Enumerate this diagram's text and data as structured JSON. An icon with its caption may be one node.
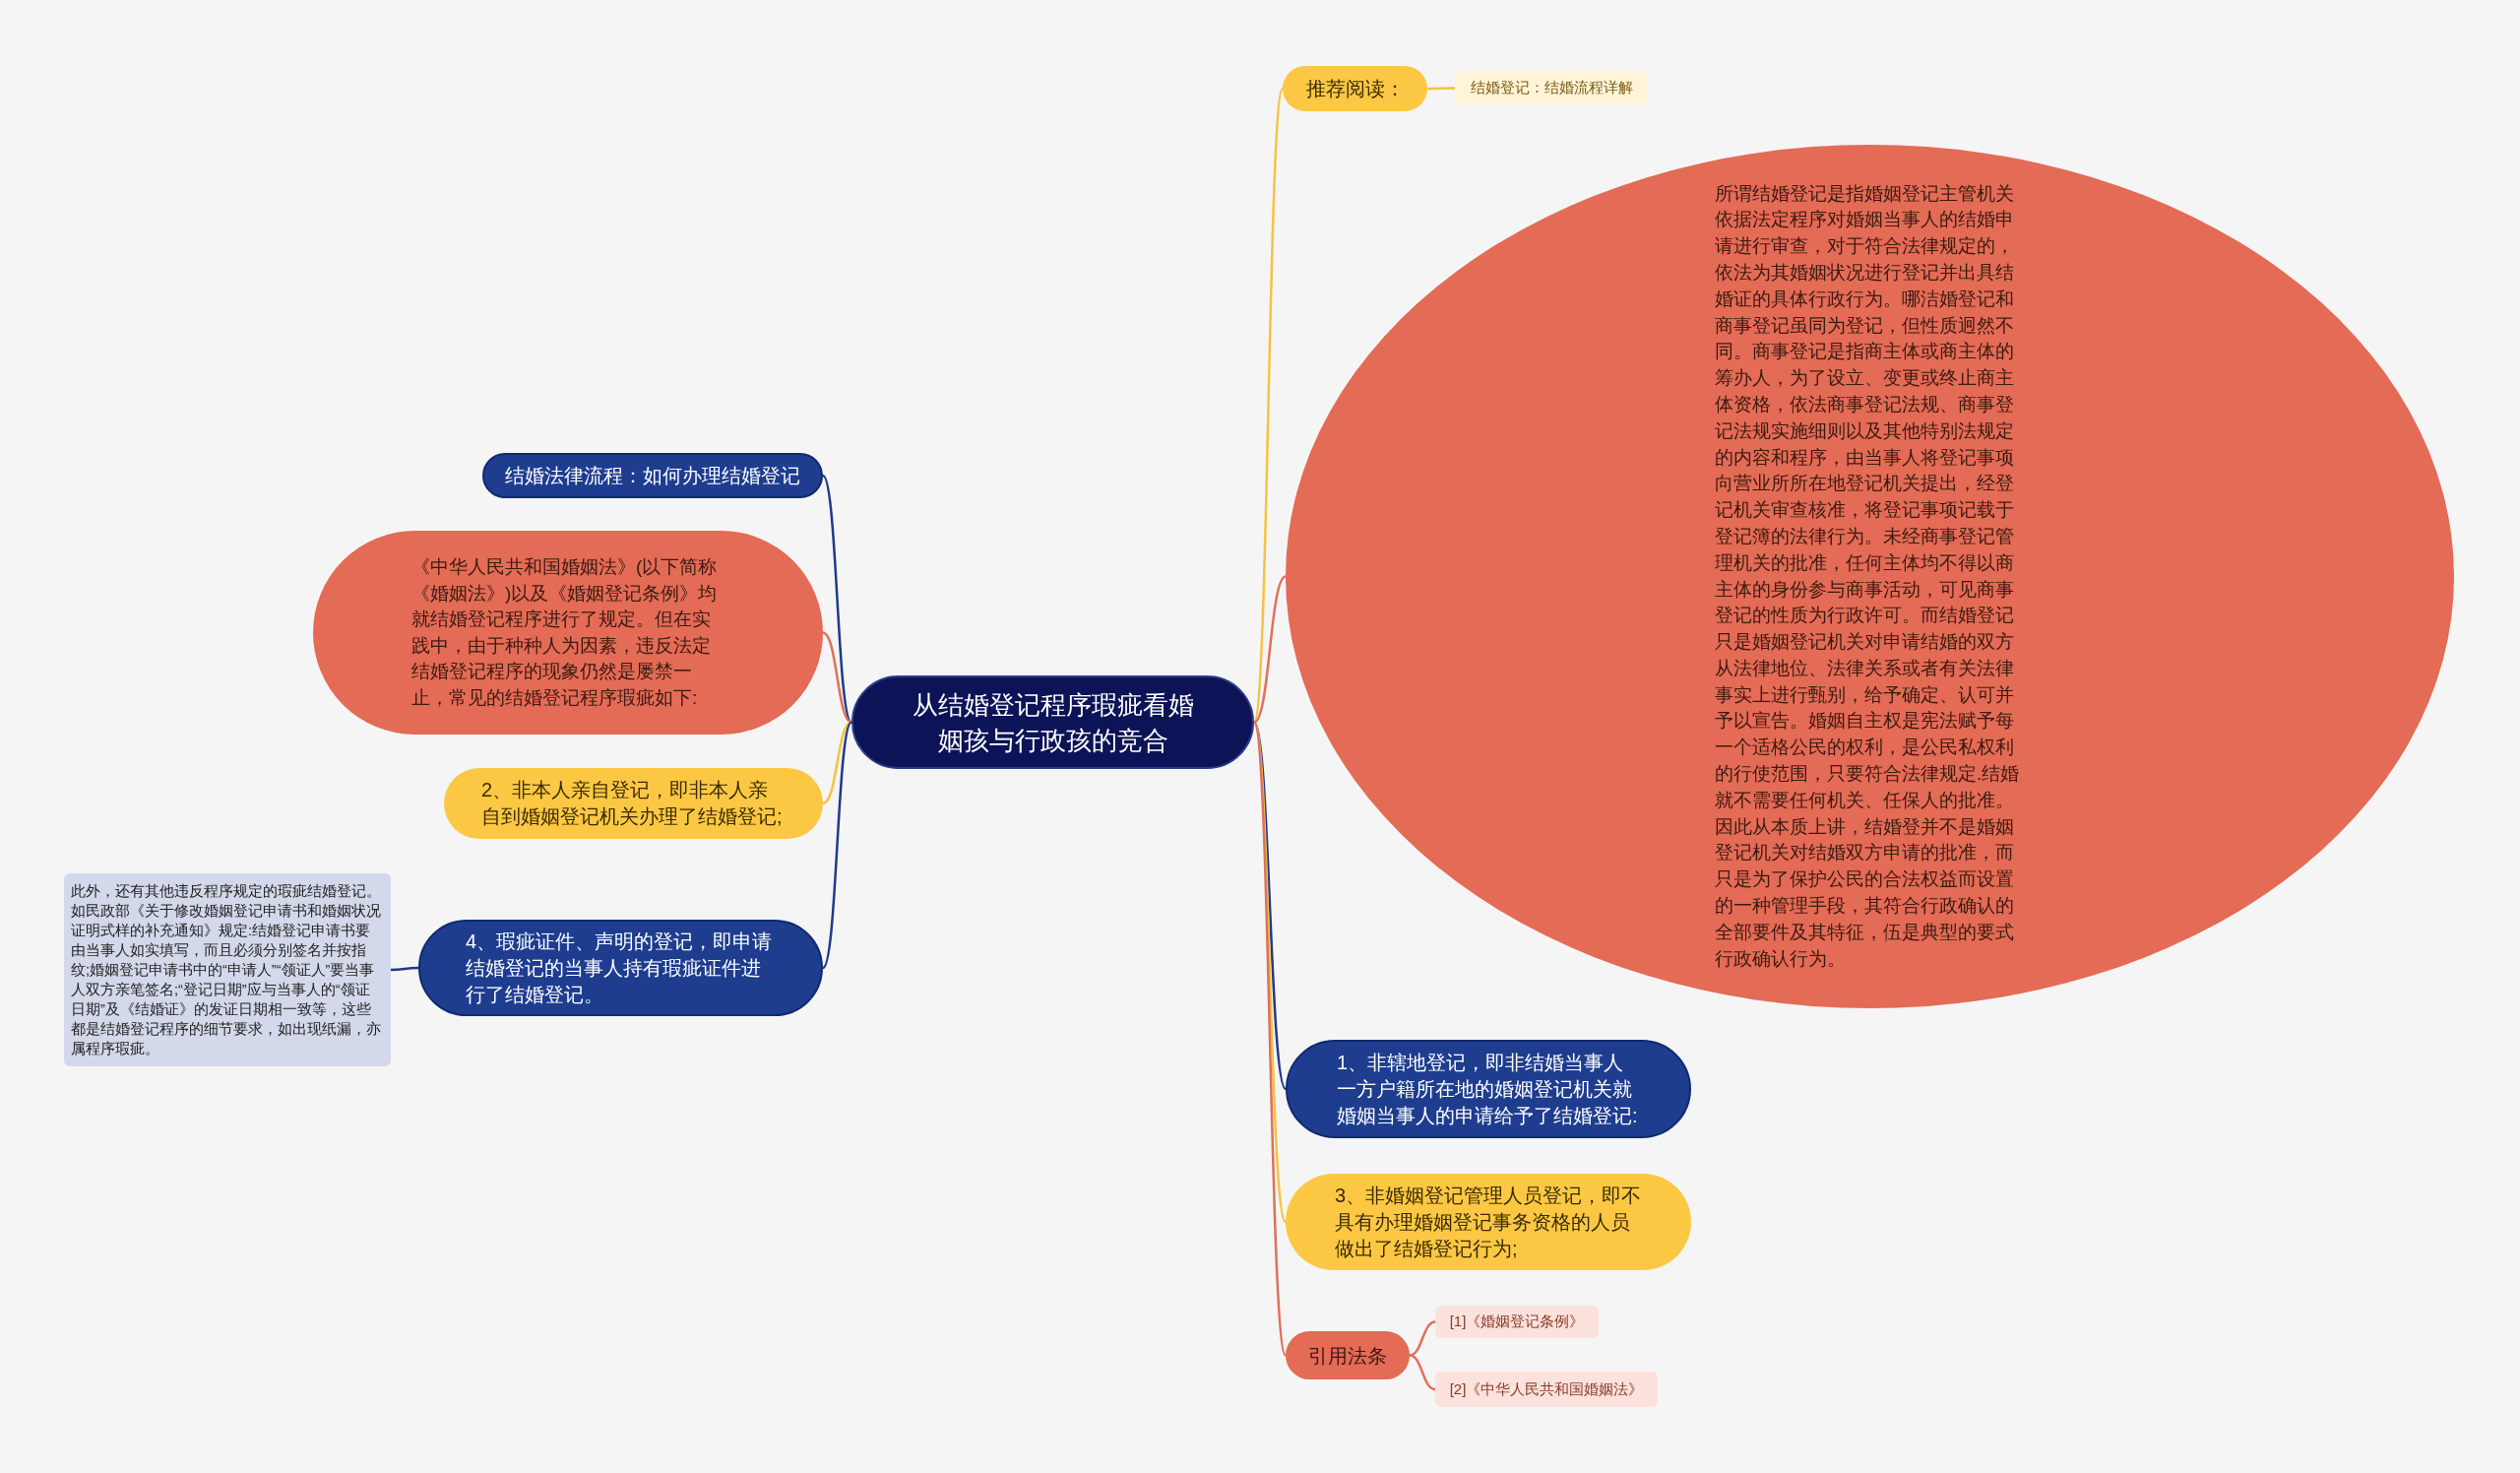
{
  "diagram": {
    "nodes": [
      {
        "text": [
          "从结婚登记程序瑕疵看婚姻孩与行政孩的竞合"
        ]
      },
      {
        "text": [
          "推荐阅读："
        ]
      },
      {
        "text": [
          "结婚登记：结婚流程详解"
        ]
      },
      {
        "text": [
          "所谓结婚登记是指婚姻登记主管机关依据法定程序对婚姻当事人的结婚申请进行审查，对于符合法律规定的，依法为其婚姻状况进行登记并出具结婚证的具体行政行为。哪洁婚登记和商事登记虽同为登记，但性质迥然不同。商事登记是指商主体或商主体的筹办人，为了设立、变更或终止商主体资格，依法商事登记法规、商事登记法规实施细则以及其他特别法规定的内容和程序，由当事人将登记事项向营业所所在地登记机关提出，经登记机关审查核准，将登记事项记载于登记簿的法律行为。未经商事登记管理机关的批准，任何主体均不得以商主体的身份参与商事活动，可见商事登记的性质为行政许可。而结婚登记只是婚姻登记机关对申请结婚的双方从法律地位、法律关系或者有关法律事实上进行甄别，给予确定、认可并予以宣告。婚姻自主权是宪法赋予每一个适格公民的权利，是公民私权利的行使范围，只要符合法律规定.结婚就不需要任何机关、任保人的批准。因此从本质上讲，结婚登并不是婚姻登记机关对结婚双方申请的批准，而只是为了保护公民的合法权益而设置的一种管理手段，其符合行政确认的全部要件及其特征，伍是典型的要式行政确认行为。"
        ]
      },
      {
        "text": [
          "1、非辖地登记，即非结婚当事人一方户籍所在地的婚姻登记机关就婚姻当事人的申请给予了结婚登记:"
        ]
      },
      {
        "text": [
          "3、非婚姻登记管理人员登记，即不具有办理婚姻登记事务资格的人员做出了结婚登记行为;"
        ]
      },
      {
        "text": [
          "引用法条"
        ]
      },
      {
        "text": [
          "[1]《婚姻登记条例》"
        ]
      },
      {
        "text": [
          "[2]《中华人民共和国婚姻法》"
        ]
      },
      {
        "text": [
          "结婚法律流程：如何办理结婚登记"
        ]
      },
      {
        "text": [
          "《中华人民共和国婚姻法》(以下简称《婚姻法》)以及《婚姻登记条例》均就结婚登记程序进行了规定。但在实践中，由于种种人为因素，违反法定结婚登记程序的现象仍然是屡禁一止，常见的结婚登记程序瑕疵如下:"
        ]
      },
      {
        "text": [
          "2、非本人亲自登记，即非本人亲自到婚姻登记机关办理了结婚登记;"
        ]
      },
      {
        "text": [
          "4、瑕疵证件、声明的登记，即申请结婚登记的当事人持有瑕疵证件进行了结婚登记。"
        ]
      },
      {
        "text": [
          "此外，还有其他违反程序规定的瑕疵结婚登记。如民政部《关于修改婚姻登记申请书和婚姻状况证明式样的补充通知》规定:结婚登记申请书要由当事人如实填写，而且必须分别签名并按指纹;婚姻登记申请书中的“申请人”“领证人”要当事人双方亲笔签名;“登记日期”应与当事人的“领证日期”及《结婚证》的发证日期相一致等，这些都是结婚登记程序的细节要求，如出现纸漏，亦属程序瑕疵。"
        ]
      }
    ],
    "edges": [
      {
        "from": 0,
        "to": 1,
        "arrow": "none",
        "color": "#f5c342"
      },
      {
        "from": 1,
        "to": 2,
        "arrow": "none",
        "color": "#f5c342"
      },
      {
        "from": 0,
        "to": 3,
        "arrow": "none"
      },
      {
        "from": 0,
        "to": 4,
        "arrow": "none",
        "color": "#1e3a8a"
      },
      {
        "from": 0,
        "to": 5,
        "arrow": "none",
        "color": "#f5c342"
      },
      {
        "from": 0,
        "to": 6,
        "arrow": "none"
      },
      {
        "from": 6,
        "to": 7,
        "arrow": "none"
      },
      {
        "from": 6,
        "to": 8,
        "arrow": "none"
      },
      {
        "from": 0,
        "to": 9,
        "arrow": "none",
        "color": "#1e3a8a"
      },
      {
        "from": 0,
        "to": 10,
        "arrow": "none"
      },
      {
        "from": 0,
        "to": 11,
        "arrow": "none",
        "color": "#f5c342"
      },
      {
        "from": 0,
        "to": 12,
        "arrow": "none",
        "color": "#1e3a8a"
      },
      {
        "from": 12,
        "to": 13,
        "arrow": "none",
        "color": "#1e3a8a"
      }
    ]
  }
}
